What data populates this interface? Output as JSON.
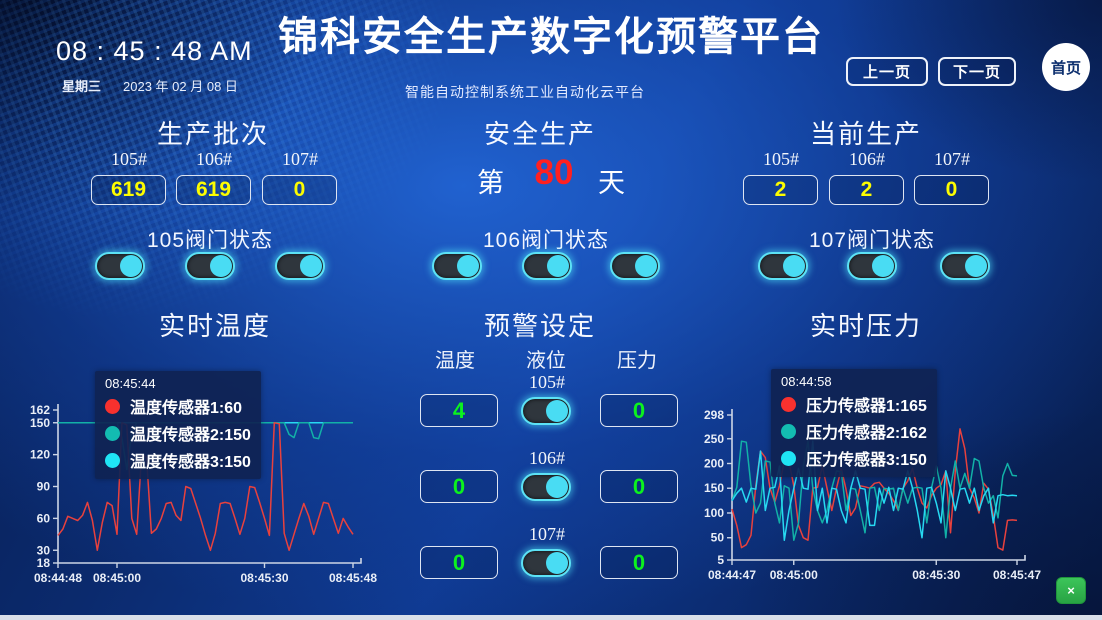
{
  "header": {
    "time": "08 : 45 : 48 AM",
    "weekday": "星期三",
    "date": "2023 年 02 月 08 日",
    "title": "锦科安全生产数字化预警平台",
    "subtitle": "智能自动控制系统工业自动化云平台",
    "prev_button": "上一页",
    "next_button": "下一页",
    "home_button": "首页"
  },
  "production_batch": {
    "title": "生产批次",
    "items": [
      {
        "label": "105#",
        "value": "619"
      },
      {
        "label": "106#",
        "value": "619"
      },
      {
        "label": "107#",
        "value": "0"
      }
    ],
    "value_color": "#fdfd00"
  },
  "safe_production": {
    "title": "安全生产",
    "prefix": "第",
    "days": "80",
    "suffix": "天",
    "days_color": "#ff2020"
  },
  "current_production": {
    "title": "当前生产",
    "items": [
      {
        "label": "105#",
        "value": "2"
      },
      {
        "label": "106#",
        "value": "2"
      },
      {
        "label": "107#",
        "value": "0"
      }
    ],
    "value_color": "#fdfd00"
  },
  "valve_groups": [
    {
      "title": "105阀门状态",
      "toggles": [
        true,
        true,
        true
      ]
    },
    {
      "title": "106阀门状态",
      "toggles": [
        true,
        true,
        true
      ]
    },
    {
      "title": "107阀门状态",
      "toggles": [
        true,
        true,
        true
      ]
    }
  ],
  "warning_settings": {
    "title": "预警设定",
    "columns": [
      "温度",
      "液位",
      "压力"
    ],
    "rows": [
      {
        "label": "105#",
        "temp": "4",
        "level_on": true,
        "pressure": "0"
      },
      {
        "label": "106#",
        "temp": "0",
        "level_on": true,
        "pressure": "0"
      },
      {
        "label": "107#",
        "temp": "0",
        "level_on": true,
        "pressure": "0"
      }
    ],
    "value_color": "#0cf21e"
  },
  "sections": {
    "temperature_title": "实时温度",
    "pressure_title": "实时压力"
  },
  "close_button": {
    "label": "×",
    "color": "#2fae4b"
  },
  "chart_data": [
    {
      "id": "temperature",
      "type": "line",
      "title": "实时温度",
      "axis_color": "#cdd6e6",
      "xlim": [
        0,
        60
      ],
      "ylim": [
        18,
        162
      ],
      "y_ticks": [
        162,
        150,
        120,
        90,
        60,
        30,
        18
      ],
      "x_ticks": [
        {
          "t": 0,
          "label": "08:44:48"
        },
        {
          "t": 12,
          "label": "08:45:00"
        },
        {
          "t": 42,
          "label": "08:45:30"
        },
        {
          "t": 60,
          "label": "08:45:48"
        }
      ],
      "tooltip": {
        "time": "08:45:44",
        "entries": [
          {
            "label": "温度传感器1:60",
            "color": "#f8312e"
          },
          {
            "label": "温度传感器2:150",
            "color": "#13bcb1"
          },
          {
            "label": "温度传感器3:150",
            "color": "#1fe4f5"
          }
        ]
      },
      "series": [
        {
          "name": "温度传感器3",
          "color": "#27d9f2",
          "values": [
            150,
            150,
            150,
            150,
            150,
            150,
            150,
            150,
            150,
            150,
            150,
            150,
            150,
            150,
            150,
            150,
            150,
            150,
            150,
            150,
            150,
            150,
            150,
            150,
            150,
            150,
            150,
            150,
            150,
            150,
            150,
            150,
            150,
            150,
            150,
            150,
            150,
            150,
            150,
            150,
            150,
            150,
            150,
            150,
            150,
            150,
            150,
            150,
            150,
            150,
            150,
            150,
            150,
            150,
            150,
            150,
            150,
            150,
            150,
            150,
            150
          ]
        },
        {
          "name": "温度传感器2",
          "color": "#12b1a7",
          "values": [
            150,
            150,
            150,
            150,
            150,
            150,
            150,
            150,
            150,
            150,
            150,
            150,
            150,
            136,
            106,
            141,
            150,
            150,
            150,
            150,
            150,
            150,
            150,
            150,
            150,
            150,
            150,
            150,
            150,
            150,
            150,
            150,
            150,
            150,
            150,
            150,
            150,
            150,
            150,
            150,
            150,
            150,
            150,
            150,
            150,
            150,
            150,
            139,
            136,
            150,
            150,
            150,
            136,
            135,
            150,
            150,
            150,
            150,
            150,
            150,
            150
          ]
        },
        {
          "name": "温度传感器1",
          "color": "#e8413d",
          "values": [
            44,
            50,
            62,
            60,
            58,
            63,
            75,
            58,
            30,
            56,
            75,
            72,
            45,
            150,
            148,
            60,
            45,
            120,
            118,
            46,
            50,
            60,
            74,
            75,
            63,
            58,
            90,
            88,
            74,
            60,
            44,
            30,
            46,
            74,
            75,
            74,
            60,
            45,
            60,
            90,
            89,
            75,
            60,
            44,
            150,
            149,
            46,
            30,
            45,
            60,
            74,
            62,
            45,
            60,
            75,
            74,
            60,
            46,
            60,
            52,
            45
          ]
        }
      ]
    },
    {
      "id": "pressure",
      "type": "line",
      "title": "实时压力",
      "axis_color": "#cdd6e6",
      "xlim": [
        0,
        60
      ],
      "ylim": [
        5,
        298
      ],
      "y_ticks": [
        298,
        250,
        200,
        150,
        100,
        50,
        5
      ],
      "x_ticks": [
        {
          "t": 0,
          "label": "08:44:47"
        },
        {
          "t": 13,
          "label": "08:45:00"
        },
        {
          "t": 43,
          "label": "08:45:30"
        },
        {
          "t": 60,
          "label": "08:45:47"
        }
      ],
      "tooltip": {
        "time": "08:44:58",
        "entries": [
          {
            "label": "压力传感器1:165",
            "color": "#f8312e"
          },
          {
            "label": "压力传感器2:162",
            "color": "#13bcb1"
          },
          {
            "label": "压力传感器3:150",
            "color": "#1fe4f5"
          }
        ]
      },
      "series": [
        {
          "name": "压力传感器1",
          "color": "#e8413d",
          "values": [
            108,
            75,
            30,
            36,
            55,
            155,
            225,
            212,
            150,
            122,
            155,
            205,
            203,
            155,
            75,
            50,
            45,
            150,
            152,
            195,
            150,
            105,
            150,
            190,
            148,
            95,
            110,
            155,
            153,
            150,
            160,
            162,
            150,
            140,
            125,
            105,
            150,
            165,
            190,
            150,
            120,
            110,
            135,
            150,
            157,
            185,
            60,
            185,
            270,
            230,
            150,
            130,
            100,
            160,
            148,
            95,
            30,
            25,
            85,
            86,
            85
          ]
        },
        {
          "name": "压力传感器2",
          "color": "#12b1a7",
          "values": [
            125,
            152,
            245,
            243,
            155,
            100,
            120,
            205,
            203,
            120,
            80,
            155,
            150,
            45,
            80,
            195,
            245,
            150,
            105,
            80,
            105,
            150,
            185,
            183,
            105,
            150,
            148,
            105,
            60,
            150,
            152,
            105,
            150,
            148,
            150,
            105,
            150,
            120,
            150,
            152,
            150,
            80,
            150,
            195,
            150,
            50,
            150,
            205,
            150,
            180,
            150,
            210,
            205,
            150,
            120,
            135,
            90,
            175,
            200,
            176,
            175
          ]
        },
        {
          "name": "压力传感器3",
          "color": "#27d9f2",
          "values": [
            125,
            140,
            150,
            122,
            150,
            148,
            225,
            105,
            150,
            152,
            195,
            45,
            105,
            150,
            190,
            150,
            148,
            245,
            105,
            150,
            80,
            150,
            148,
            105,
            80,
            150,
            185,
            150,
            148,
            75,
            75,
            150,
            120,
            152,
            105,
            150,
            148,
            185,
            150,
            105,
            50,
            150,
            152,
            120,
            80,
            185,
            150,
            105,
            148,
            150,
            120,
            150,
            105,
            135,
            150,
            80,
            135,
            137,
            135,
            136,
            135
          ]
        }
      ]
    }
  ]
}
